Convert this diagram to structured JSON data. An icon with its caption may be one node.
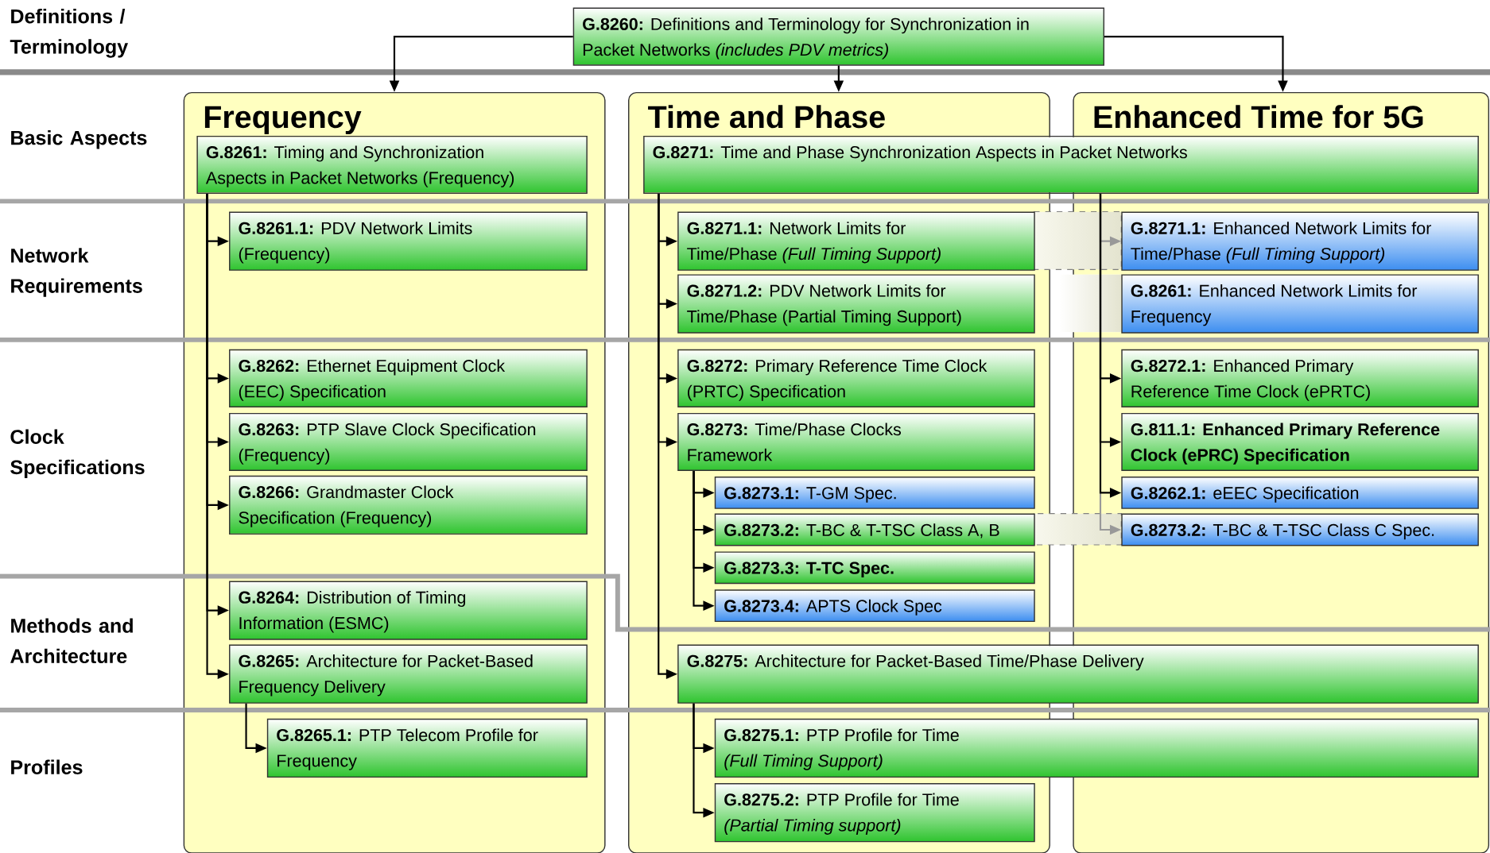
{
  "diagram": {
    "nodes": [
      {
        "text": [
          "**G.8260:** Definitions and Terminology for Synchronization in Packet Networks *(includes PDV metrics)*"
        ]
      },
      {
        "text": [
          "Frequency"
        ]
      },
      {
        "text": [
          "Time and Phase"
        ]
      },
      {
        "text": [
          "Enhanced Time for 5G"
        ]
      },
      {
        "text": [
          "**G.8261:** Timing and Synchronization Aspects in Packet Networks (Frequency)"
        ],
        "in": 1
      },
      {
        "text": [
          "**G.8261.1:** PDV Network Limits (Frequency)"
        ],
        "in": 1
      },
      {
        "text": [
          "**G.8262:** Ethernet Equipment Clock (EEC) Specification"
        ],
        "in": 1
      },
      {
        "text": [
          "**G.8263:** PTP Slave Clock Specification (Frequency)"
        ],
        "in": 1
      },
      {
        "text": [
          "**G.8266:** Grandmaster Clock Specification (Frequency)"
        ],
        "in": 1
      },
      {
        "text": [
          "**G.8264:** Distribution of Timing Information (ESMC)"
        ],
        "in": 1
      },
      {
        "text": [
          "**G.8265:** Architecture for Packet-Based Frequency Delivery"
        ],
        "in": 1
      },
      {
        "text": [
          "**G.8265.1:** PTP Telecom Profile for Frequency"
        ],
        "in": 1
      },
      {
        "text": [
          "**G.8271:** Time and Phase Synchronization Aspects in Packet Networks"
        ]
      },
      {
        "text": [
          "**G.8271.1:** Network Limits for Time/Phase *(Full Timing Support)*"
        ],
        "in": 2
      },
      {
        "text": [
          "**G.8271.2:** PDV Network Limits for Time/Phase (Partial Timing Support)"
        ],
        "in": 2
      },
      {
        "text": [
          "**G.8272:** Primary Reference Time Clock (PRTC) Specification"
        ],
        "in": 2
      },
      {
        "text": [
          "**G.8273:** Time/Phase Clocks Framework"
        ],
        "in": 2
      },
      {
        "text": [
          "**G.8273.1:** T-GM Spec."
        ],
        "in": 2
      },
      {
        "text": [
          "**G.8273.2:** T-BC & T-TSC Class A, B"
        ],
        "in": 2
      },
      {
        "text": [
          "**G.8273.3: T-TC Spec.**"
        ],
        "in": 2
      },
      {
        "text": [
          "**G.8273.4:** APTS Clock Spec"
        ],
        "in": 2
      },
      {
        "text": [
          "**G.8275:** Architecture for Packet-Based Time/Phase Delivery"
        ]
      },
      {
        "text": [
          "**G.8275.1:** PTP Profile for Time *(Full Timing Support)*"
        ]
      },
      {
        "text": [
          "**G.8275.2:** PTP Profile for Time *(Partial Timing support)*"
        ],
        "in": 2
      },
      {
        "text": [
          "**G.8271.1:** Enhanced Network Limits for Time/Phase *(Full Timing Support)*"
        ],
        "in": 3
      },
      {
        "text": [
          "**G.8261:** Enhanced Network Limits for Frequency"
        ],
        "in": 3
      },
      {
        "text": [
          "**G.8272.1:** Enhanced Primary Reference Time Clock (ePRTC)"
        ],
        "in": 3
      },
      {
        "text": [
          "**G.811.1: Enhanced Primary Reference Clock (ePRC) Specification**"
        ],
        "in": 3
      },
      {
        "text": [
          "**G.8262.1:** eEEC Specification"
        ],
        "in": 3
      },
      {
        "text": [
          "**G.8273.2:** T-BC & T-TSC Class C Spec."
        ],
        "in": 3
      }
    ],
    "edges": [
      {
        "from": 0,
        "to": 1,
        "arrow": "to"
      },
      {
        "from": 0,
        "to": 2,
        "arrow": "to"
      },
      {
        "from": 0,
        "to": 3,
        "arrow": "to"
      },
      {
        "from": 4,
        "to": 5,
        "arrow": "to"
      },
      {
        "from": 4,
        "to": 6,
        "arrow": "to"
      },
      {
        "from": 4,
        "to": 7,
        "arrow": "to"
      },
      {
        "from": 4,
        "to": 8,
        "arrow": "to"
      },
      {
        "from": 4,
        "to": 9,
        "arrow": "to"
      },
      {
        "from": 4,
        "to": 10,
        "arrow": "to"
      },
      {
        "from": 10,
        "to": 11,
        "arrow": "to"
      },
      {
        "from": 12,
        "to": 13,
        "arrow": "to"
      },
      {
        "from": 12,
        "to": 14,
        "arrow": "to"
      },
      {
        "from": 12,
        "to": 15,
        "arrow": "to"
      },
      {
        "from": 12,
        "to": 16,
        "arrow": "to"
      },
      {
        "from": 12,
        "to": 21,
        "arrow": "to"
      },
      {
        "from": 16,
        "to": 17,
        "arrow": "to"
      },
      {
        "from": 16,
        "to": 18,
        "arrow": "to"
      },
      {
        "from": 16,
        "to": 19,
        "arrow": "to"
      },
      {
        "from": 16,
        "to": 20,
        "arrow": "to"
      },
      {
        "from": 21,
        "to": 22,
        "arrow": "to"
      },
      {
        "from": 21,
        "to": 23,
        "arrow": "to"
      },
      {
        "from": 12,
        "to": 26,
        "arrow": "to"
      },
      {
        "from": 12,
        "to": 27,
        "arrow": "to"
      },
      {
        "from": 12,
        "to": 28,
        "arrow": "to"
      },
      {
        "from": 12,
        "to": 24,
        "arrow": "to",
        "color": "#999999"
      },
      {
        "from": 12,
        "to": 29,
        "arrow": "to",
        "color": "#999999"
      }
    ],
    "labels": [
      "Definitions / Terminology",
      "Basic Aspects",
      "Network Requirements",
      "Clock Specifications",
      "Methods and Architecture",
      "Profiles"
    ]
  }
}
